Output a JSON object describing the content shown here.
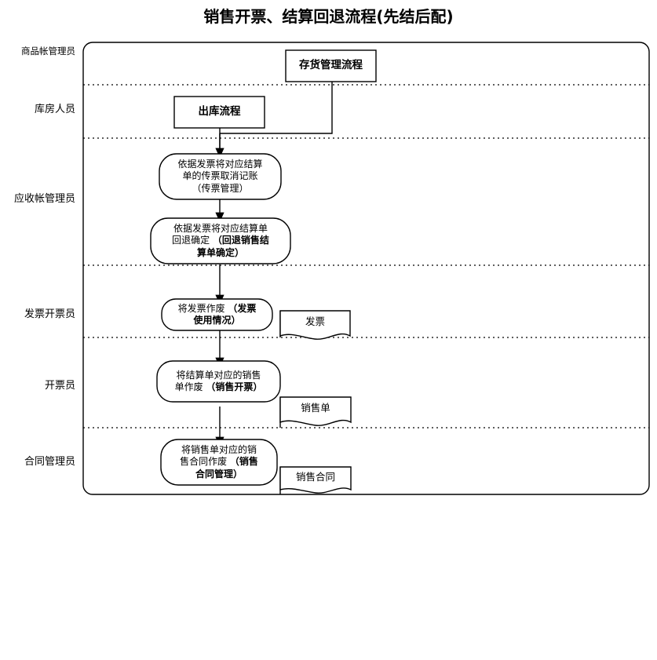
{
  "title": "销售开票、结算回退流程(先结后配)",
  "colors": {
    "stroke": "#000000",
    "fill": "#ffffff",
    "background": "#ffffff"
  },
  "lanes": [
    {
      "id": "lane-goods-account",
      "label": "商品帐管理员"
    },
    {
      "id": "lane-warehouse",
      "label": "库房人员"
    },
    {
      "id": "lane-receivable-account",
      "label": "应收帐管理员"
    },
    {
      "id": "lane-invoice-issuer",
      "label": "发票开票员"
    },
    {
      "id": "lane-biller",
      "label": "开票员"
    },
    {
      "id": "lane-contract-manager",
      "label": "合同管理员"
    }
  ],
  "nodes": [
    {
      "id": "node-inventory-process",
      "shape": "rectangle",
      "lane": "商品帐管理员",
      "label": "存货管理流程",
      "bold": true
    },
    {
      "id": "node-outbound-process",
      "shape": "rectangle",
      "lane": "库房人员",
      "label": "出库流程",
      "bold": true
    },
    {
      "id": "node-cancel-voucher",
      "shape": "rounded",
      "lane": "应收帐管理员",
      "label_plain": "依据发票将对应结算\n单的传票取消记账\n（传票管理）",
      "bold": false
    },
    {
      "id": "node-rollback-settlement",
      "shape": "rounded",
      "lane": "应收帐管理员",
      "label_plain": "依据发票将对应结算单\n回退确定 ",
      "label_bold": "（回退销售结\n算单确定）"
    },
    {
      "id": "node-void-invoice",
      "shape": "rounded",
      "lane": "发票开票员",
      "label_plain": "将发票作废 ",
      "label_bold": "（发票\n使用情况）"
    },
    {
      "id": "node-void-sales-order",
      "shape": "rounded",
      "lane": "开票员",
      "label_plain": "将结算单对应的销售\n单作废 ",
      "label_bold": "（销售开票）"
    },
    {
      "id": "node-void-sales-contract",
      "shape": "rounded",
      "lane": "合同管理员",
      "label_plain": "将销售单对应的销\n售合同作废 ",
      "label_bold": "（销售\n合同管理）"
    }
  ],
  "documents": [
    {
      "id": "doc-invoice",
      "shape": "document",
      "label": "发票",
      "lane": "发票开票员"
    },
    {
      "id": "doc-sales-order",
      "shape": "document",
      "label": "销售单",
      "lane": "开票员"
    },
    {
      "id": "doc-sales-contract",
      "shape": "document",
      "label": "销售合同",
      "lane": "合同管理员"
    }
  ]
}
